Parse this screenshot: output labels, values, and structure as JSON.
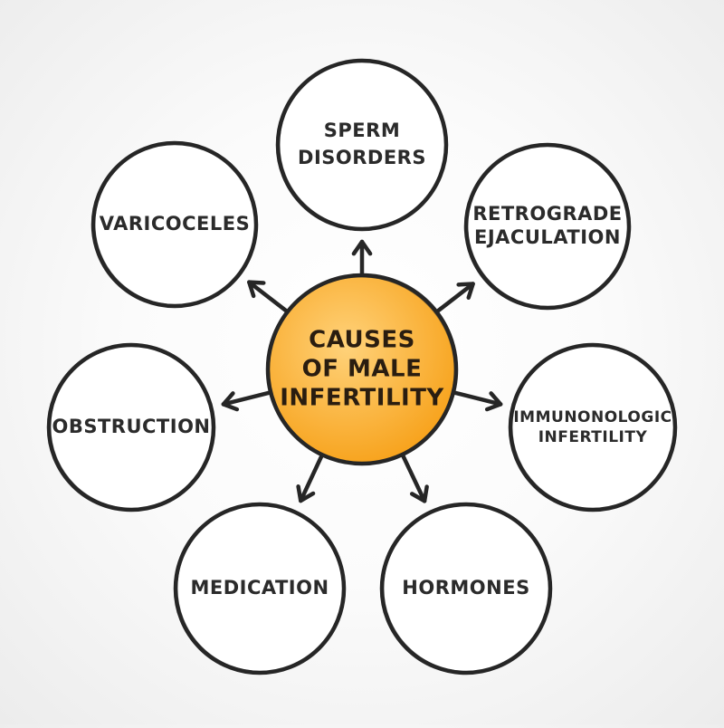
{
  "diagram": {
    "center": {
      "lines": [
        "CAUSES",
        "OF MALE",
        "INFERTILITY"
      ],
      "fill_color": "#f7a21b",
      "highlight_color": "#ffd27a"
    },
    "nodes": [
      {
        "id": "sperm-disorders",
        "lines": [
          "SPERM",
          "DISORDERS"
        ]
      },
      {
        "id": "retrograde-ejaculation",
        "lines": [
          "RETROGRADE",
          "EJACULATION"
        ]
      },
      {
        "id": "immunonologic-infertility",
        "lines": [
          "IMMUNONOLOGIC",
          "INFERTILITY"
        ]
      },
      {
        "id": "hormones",
        "lines": [
          "HORMONES"
        ]
      },
      {
        "id": "medication",
        "lines": [
          "MEDICATION"
        ]
      },
      {
        "id": "obstruction",
        "lines": [
          "OBSTRUCTION"
        ]
      },
      {
        "id": "varicoceles",
        "lines": [
          "VARICOCELES"
        ]
      }
    ],
    "stroke_color": "#262626",
    "node_fill_color": "#ffffff"
  }
}
